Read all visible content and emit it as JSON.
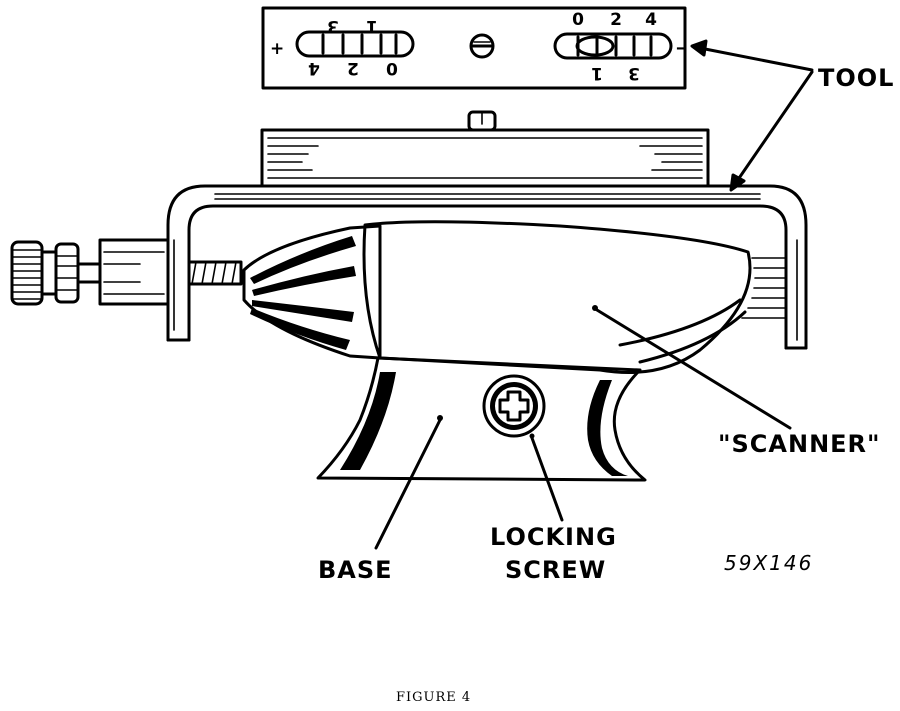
{
  "labels": {
    "tool": "TOOL",
    "scanner": "\"SCANNER\"",
    "base": "BASE",
    "locking_screw_line1": "LOCKING",
    "locking_screw_line2": "SCREW"
  },
  "part_number": "59X146",
  "caption": "FIGURE 4",
  "scale_numbers": {
    "left_top": [
      "3",
      "1"
    ],
    "left_bottom": [
      "4",
      "2",
      "0"
    ],
    "right_top": [
      "0",
      "2",
      "4"
    ],
    "right_bottom": [
      "1",
      "3"
    ],
    "plus_sign": "+",
    "minus_sign": "–"
  }
}
